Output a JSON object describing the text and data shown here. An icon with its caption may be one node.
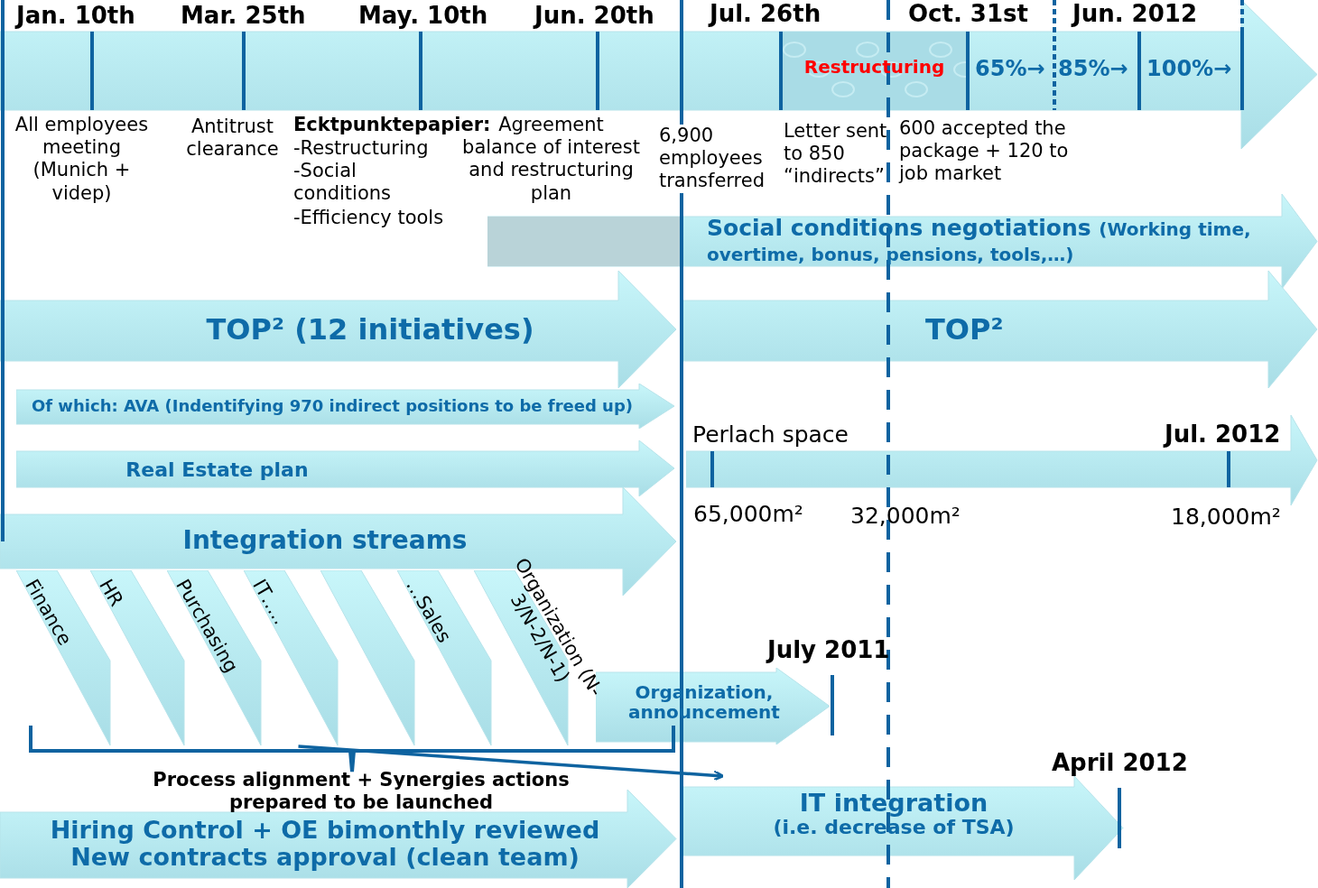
{
  "diagram": {
    "nodes": [
      {
        "text": [],
        "shape": "arrow"
      },
      {
        "text": [
          "Restructuring"
        ],
        "in": 0
      },
      {
        "text": [
          "Social conditions negotiations",
          "(Working time, overtime, bonus, pensions, tools,…)"
        ]
      },
      {
        "text": [
          "TOP²    (12 initiatives)"
        ]
      },
      {
        "text": [
          "TOP²"
        ]
      },
      {
        "text": [
          "Of which:  AVA (Indentifying 970 indirect positions to be freed up)"
        ]
      },
      {
        "text": [
          "Real Estate plan"
        ]
      },
      {
        "text": [
          "Perlach space"
        ]
      },
      {
        "text": [
          "Integration streams"
        ]
      },
      {
        "text": [
          "Finance"
        ]
      },
      {
        "text": [
          "HR"
        ]
      },
      {
        "text": [
          "Purchasing"
        ]
      },
      {
        "text": [
          "IT….."
        ]
      },
      {
        "text": [],
        "shape": "arrow"
      },
      {
        "text": [
          "…Sales"
        ]
      },
      {
        "text": [
          "Organization (N-3/N-2/N-1)"
        ]
      },
      {
        "text": [
          "Organization, announcement"
        ]
      },
      {
        "text": [
          "Hiring Control + OE bimonthly reviewed",
          "New contracts approval (clean team)"
        ]
      },
      {
        "text": [
          "IT integration",
          "(i.e. decrease of TSA)"
        ]
      }
    ],
    "edges": [
      {
        "from": 12,
        "to": 18,
        "arrow": "to"
      }
    ],
    "labels": [
      "Jan. 10th",
      "Mar. 25th",
      "May. 10th",
      "Jun. 20th",
      "Jul. 26th",
      "Oct. 31st",
      "Jun. 2012",
      "65%→",
      "85%→",
      "100%→",
      "All employees meeting (Munich + videp)",
      "Antitrust clearance",
      "Ecktpunktepapier:",
      "-Restructuring",
      "-Social conditions",
      "-Efficiency tools",
      "Agreement balance of interest and restructuring plan",
      "6,900 employees transferred",
      "Letter sent to 850 “indirects”",
      "600 accepted the package + 120 to job market",
      "Jul. 2012",
      "65,000m²",
      "32,000m²",
      "18,000m²",
      "July 2011",
      "Process alignment + Synergies actions prepared to be launched",
      "April 2012"
    ]
  }
}
